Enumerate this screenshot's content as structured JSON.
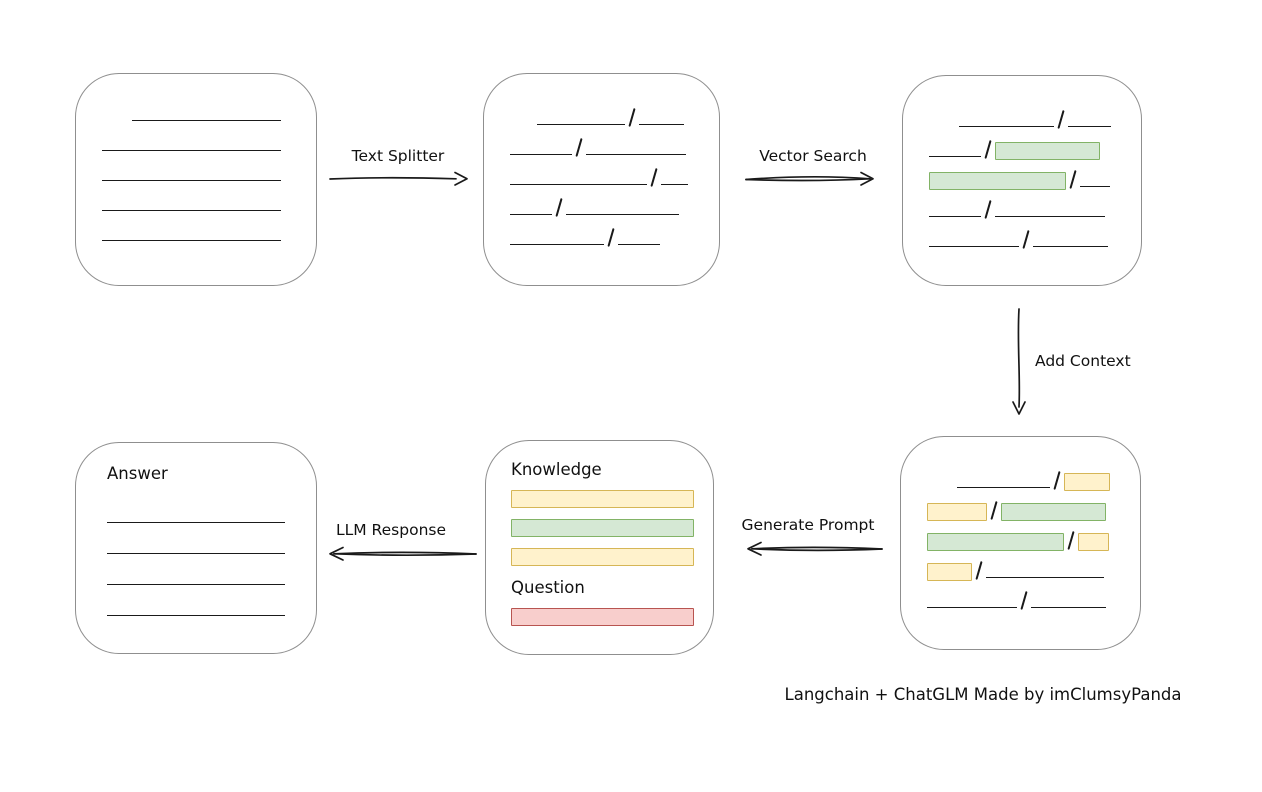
{
  "footer": {
    "credit": "Langchain + ChatGLM Made by imClumsyPanda"
  },
  "colors": {
    "line": "#1a1a1a",
    "box_border": "#8f8f8f",
    "green_fill": "#d5e8d4",
    "green_border": "#82b366",
    "yellow_fill": "#fff2cc",
    "yellow_border": "#d6b656",
    "red_fill": "#f8cecc",
    "red_border": "#b85450"
  },
  "arrows": {
    "text_splitter": {
      "label": "Text Splitter",
      "direction": "right"
    },
    "vector_search": {
      "label": "Vector Search",
      "direction": "right"
    },
    "add_context": {
      "label": "Add Context",
      "direction": "down"
    },
    "generate_prompt": {
      "label": "Generate Prompt",
      "direction": "left"
    },
    "llm_response": {
      "label": "LLM Response",
      "direction": "left"
    }
  },
  "boxes": {
    "document": {
      "rows": [
        [
          {
            "t": "gap",
            "w": 30
          },
          {
            "t": "line",
            "w": 149
          }
        ],
        [
          {
            "t": "line",
            "w": 179
          }
        ],
        [
          {
            "t": "line",
            "w": 179
          }
        ],
        [
          {
            "t": "line",
            "w": 179
          }
        ],
        [
          {
            "t": "line",
            "w": 179
          }
        ]
      ]
    },
    "split_chunks": {
      "rows": [
        [
          {
            "t": "gap",
            "w": 27
          },
          {
            "t": "line",
            "w": 88
          },
          {
            "t": "slash"
          },
          {
            "t": "line",
            "w": 45
          }
        ],
        [
          {
            "t": "line",
            "w": 62
          },
          {
            "t": "slash"
          },
          {
            "t": "line",
            "w": 100
          }
        ],
        [
          {
            "t": "line",
            "w": 137
          },
          {
            "t": "slash"
          },
          {
            "t": "line",
            "w": 27
          }
        ],
        [
          {
            "t": "line",
            "w": 42
          },
          {
            "t": "slash"
          },
          {
            "t": "line",
            "w": 113
          }
        ],
        [
          {
            "t": "line",
            "w": 94
          },
          {
            "t": "slash"
          },
          {
            "t": "line",
            "w": 42
          }
        ]
      ]
    },
    "matched_chunks": {
      "rows": [
        [
          {
            "t": "gap",
            "w": 30
          },
          {
            "t": "line",
            "w": 95
          },
          {
            "t": "slash"
          },
          {
            "t": "line",
            "w": 43
          }
        ],
        [
          {
            "t": "line",
            "w": 52
          },
          {
            "t": "slash"
          },
          {
            "t": "green",
            "w": 103
          }
        ],
        [
          {
            "t": "green",
            "w": 135
          },
          {
            "t": "slash"
          },
          {
            "t": "line",
            "w": 30
          }
        ],
        [
          {
            "t": "line",
            "w": 52
          },
          {
            "t": "slash"
          },
          {
            "t": "line",
            "w": 110
          }
        ],
        [
          {
            "t": "line",
            "w": 90
          },
          {
            "t": "slash"
          },
          {
            "t": "line",
            "w": 75
          }
        ]
      ]
    },
    "context_chunks": {
      "rows": [
        [
          {
            "t": "gap",
            "w": 30
          },
          {
            "t": "line",
            "w": 93
          },
          {
            "t": "slash"
          },
          {
            "t": "yellow",
            "w": 44
          }
        ],
        [
          {
            "t": "yellow",
            "w": 58
          },
          {
            "t": "slash"
          },
          {
            "t": "green",
            "w": 103
          }
        ],
        [
          {
            "t": "green",
            "w": 135
          },
          {
            "t": "slash"
          },
          {
            "t": "yellow",
            "w": 29
          }
        ],
        [
          {
            "t": "yellow",
            "w": 43
          },
          {
            "t": "slash"
          },
          {
            "t": "line",
            "w": 118
          }
        ],
        [
          {
            "t": "line",
            "w": 90
          },
          {
            "t": "slash"
          },
          {
            "t": "line",
            "w": 75
          }
        ]
      ]
    },
    "prompt": {
      "knowledge_label": "Knowledge",
      "question_label": "Question",
      "knowledge_bars": [
        "yellow",
        "green",
        "yellow"
      ],
      "question_bars": [
        "red"
      ]
    },
    "answer": {
      "label": "Answer",
      "line_count": 4
    }
  }
}
